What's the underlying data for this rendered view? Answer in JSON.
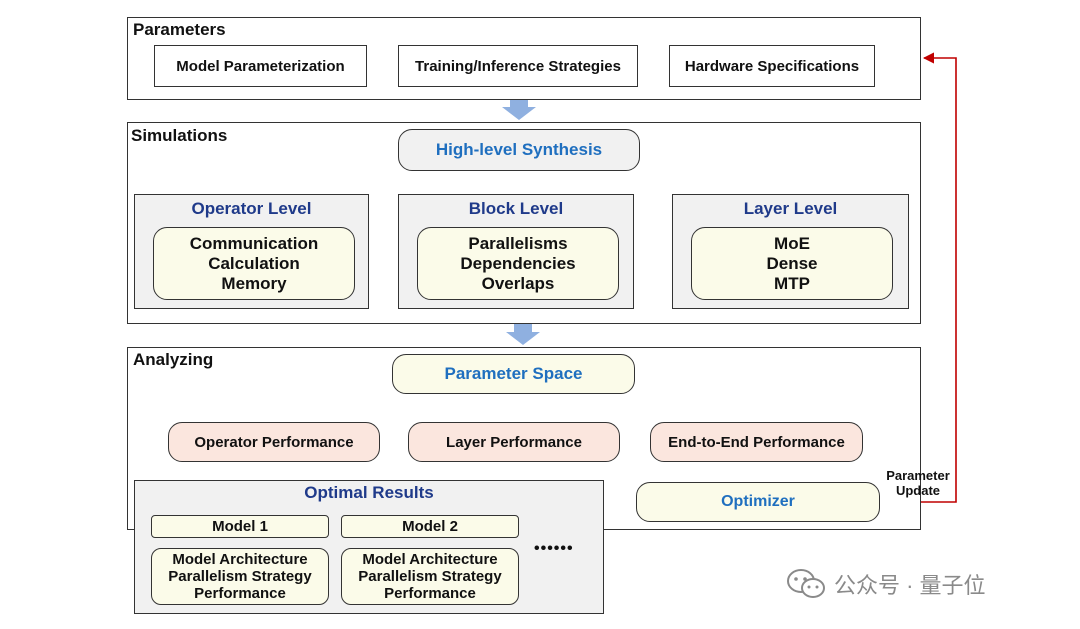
{
  "parameters": {
    "title": "Parameters",
    "items": [
      "Model Parameterization",
      "Training/Inference Strategies",
      "Hardware Specifications"
    ]
  },
  "simulations": {
    "title": "Simulations",
    "synthesis": "High-level Synthesis",
    "levels": [
      {
        "title": "Operator Level",
        "lines": [
          "Communication",
          "Calculation",
          "Memory"
        ]
      },
      {
        "title": "Block Level",
        "lines": [
          "Parallelisms",
          "Dependencies",
          "Overlaps"
        ]
      },
      {
        "title": "Layer Level",
        "lines": [
          "MoE",
          "Dense",
          "MTP"
        ]
      }
    ]
  },
  "analyzing": {
    "title": "Analyzing",
    "parameter_space": "Parameter Space",
    "performance": [
      "Operator Performance",
      "Layer Performance",
      "End-to-End Performance"
    ],
    "optimizer": "Optimizer",
    "feedback_label": [
      "Parameter",
      "Update"
    ]
  },
  "optimal_results": {
    "title": "Optimal Results",
    "models": [
      {
        "name": "Model 1",
        "lines": [
          "Model Architecture",
          "Parallelism Strategy",
          "Performance"
        ]
      },
      {
        "name": "Model 2",
        "lines": [
          "Model Architecture",
          "Parallelism Strategy",
          "Performance"
        ]
      }
    ],
    "ellipsis": "••••••"
  },
  "watermark": {
    "text": "公众号 · 量子位",
    "icon": "wechat-icon"
  },
  "colors": {
    "accent_blue": "#1f6fbf",
    "level_title": "#1f3a8a",
    "feedback_red": "#c00000",
    "flow_arrow": "#8fb0e0",
    "perf_fill": "#fbe6de",
    "cream_fill": "#fbfbe9",
    "gray_fill": "#f1f1f1"
  }
}
